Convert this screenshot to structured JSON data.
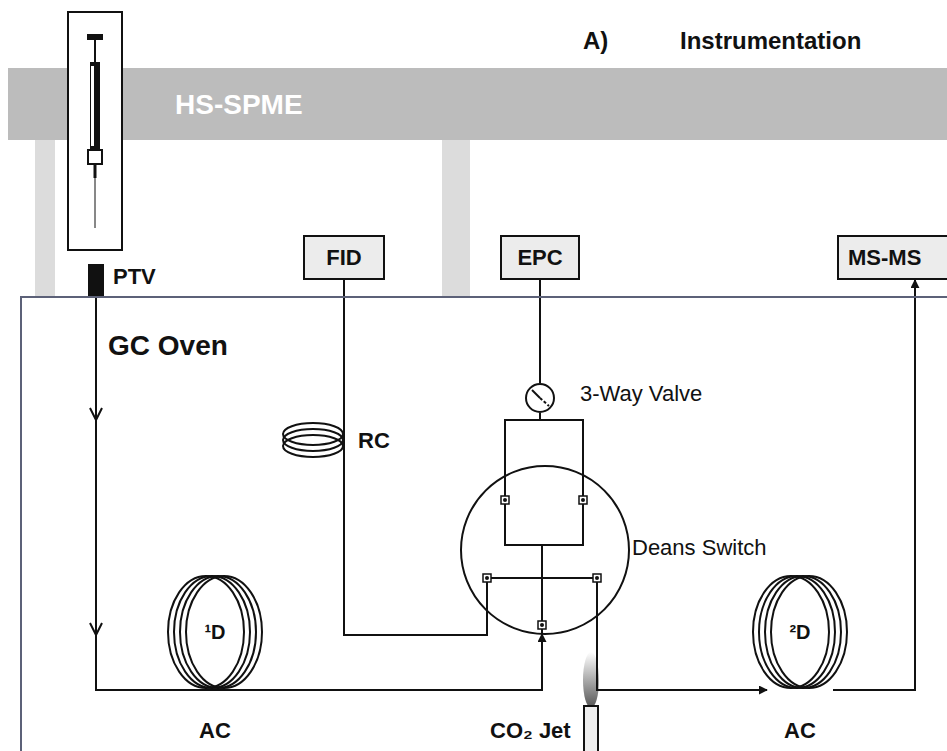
{
  "diagram": {
    "title": "Instrumentation",
    "nodes": [
      {
        "text": [
          "HS-SPME"
        ]
      },
      {
        "text": [
          "FID"
        ]
      },
      {
        "text": [
          "EPC"
        ]
      },
      {
        "text": [
          "MS-MS"
        ]
      },
      {
        "text": [
          "GC Oven"
        ]
      },
      {
        "text": [
          "3-Way Valve"
        ],
        "in": 4
      },
      {
        "text": [
          "Deans Switch"
        ],
        "in": 4
      },
      {
        "text": [
          "¹D"
        ],
        "in": 4
      },
      {
        "text": [
          "²D"
        ],
        "in": 4
      }
    ],
    "edges": [
      {
        "from": 7,
        "to": 6,
        "arrow": "to"
      },
      {
        "from": 6,
        "to": 1,
        "arrow": "none"
      },
      {
        "from": 2,
        "to": 5,
        "arrow": "none"
      },
      {
        "from": 5,
        "to": 6,
        "arrow": "none"
      },
      {
        "from": 6,
        "to": 8,
        "arrow": "to"
      },
      {
        "from": 8,
        "to": 3,
        "arrow": "to"
      }
    ],
    "labels": [
      "A)",
      "PTV",
      "RC",
      "AC",
      "CO₂ Jet",
      "AC"
    ]
  }
}
